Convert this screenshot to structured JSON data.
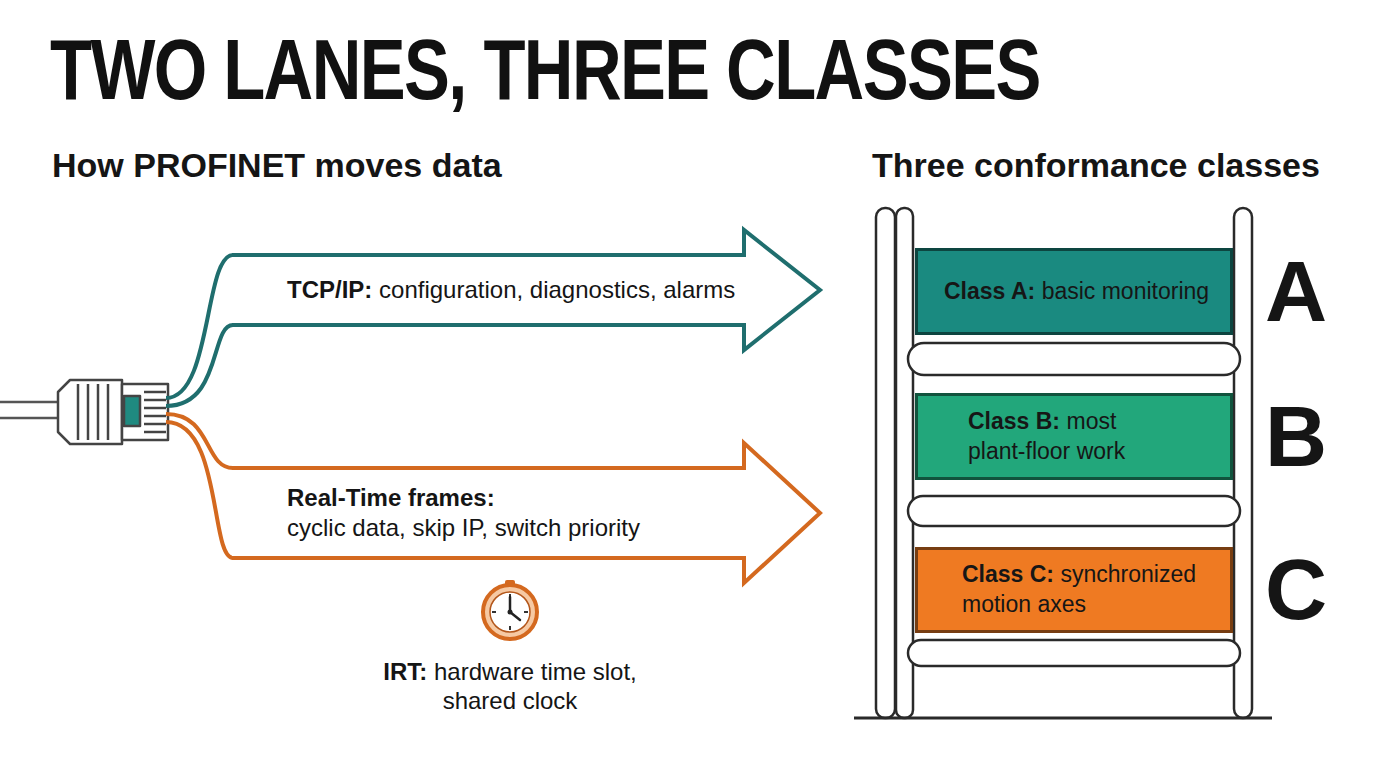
{
  "diagram": {
    "title": "TWO LANES, THREE CLASSES",
    "nodes": [
      {
        "text": [
          "TCP/IP:",
          "configuration, diagnostics, alarms"
        ]
      },
      {
        "text": [
          "Real-Time frames:",
          "cyclic data, skip IP, switch priority"
        ]
      },
      {
        "text": [
          "Class A:",
          "basic monitoring"
        ]
      },
      {
        "text": [
          "Class B:",
          "most plant-floor work"
        ]
      },
      {
        "text": [
          "Class C:",
          "synchronized motion axes"
        ]
      }
    ],
    "labels": [
      "How PROFINET moves data",
      "Three conformance classes",
      "IRT:",
      "hardware time slot, shared clock",
      "A",
      "B",
      "C"
    ]
  }
}
